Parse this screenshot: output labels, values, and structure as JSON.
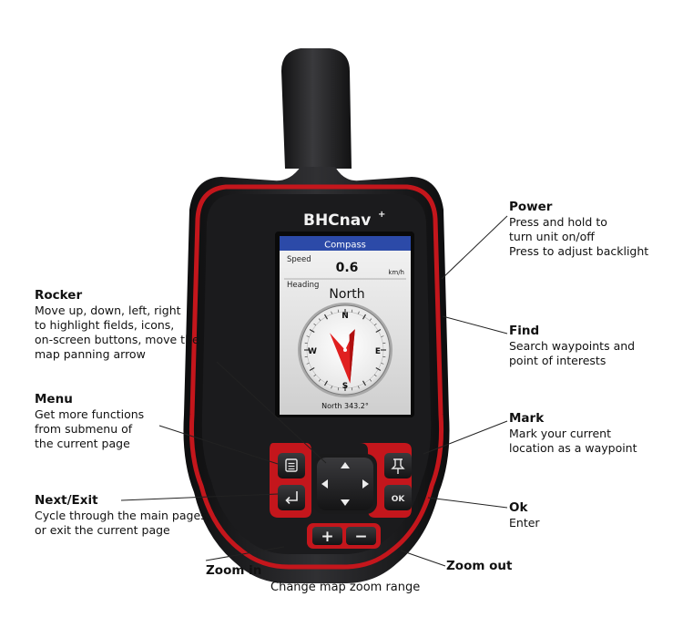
{
  "device": {
    "brand": "BHCnav",
    "brand_plus": "+",
    "screen": {
      "title": "Compass",
      "speed_label": "Speed",
      "speed_value": "0.6",
      "speed_unit": "km/h",
      "heading_label": "Heading",
      "heading_value": "North",
      "footer": "North 343.2°",
      "bearing_deg": 343.2,
      "dial_labels": [
        "N",
        "E",
        "S",
        "W"
      ]
    },
    "keys": {
      "ok_label": "OK",
      "zoom_in_glyph": "+",
      "zoom_out_glyph": "−"
    }
  },
  "callouts": {
    "power": {
      "title": "Power",
      "lines": [
        "Press and hold to",
        "turn unit on/off",
        "Press to adjust backlight"
      ]
    },
    "find": {
      "title": "Find",
      "lines": [
        "Search waypoints and",
        "point of interests"
      ]
    },
    "mark": {
      "title": "Mark",
      "lines": [
        "Mark your current",
        "location as a waypoint"
      ]
    },
    "ok": {
      "title": "Ok",
      "lines": [
        "Enter"
      ]
    },
    "rocker": {
      "title": "Rocker",
      "lines": [
        "Move up, down, left, right",
        "to highlight fields, icons,",
        "on-screen buttons, move the",
        "map panning arrow"
      ]
    },
    "menu": {
      "title": "Menu",
      "lines": [
        "Get more functions",
        "from submenu of",
        "the current page"
      ]
    },
    "next_exit": {
      "title": "Next/Exit",
      "lines": [
        "Cycle through the main pages,",
        "or exit the current page"
      ]
    },
    "zoom_in": {
      "title": "Zoom in"
    },
    "zoom_out": {
      "title": "Zoom out"
    }
  },
  "caption": "Change map zoom range",
  "colors": {
    "body_dark": "#1e1e20",
    "body_red": "#c4161c",
    "screen_header": "#2c4aa8",
    "needle_red": "#e02020",
    "callout_line": "#222222"
  }
}
